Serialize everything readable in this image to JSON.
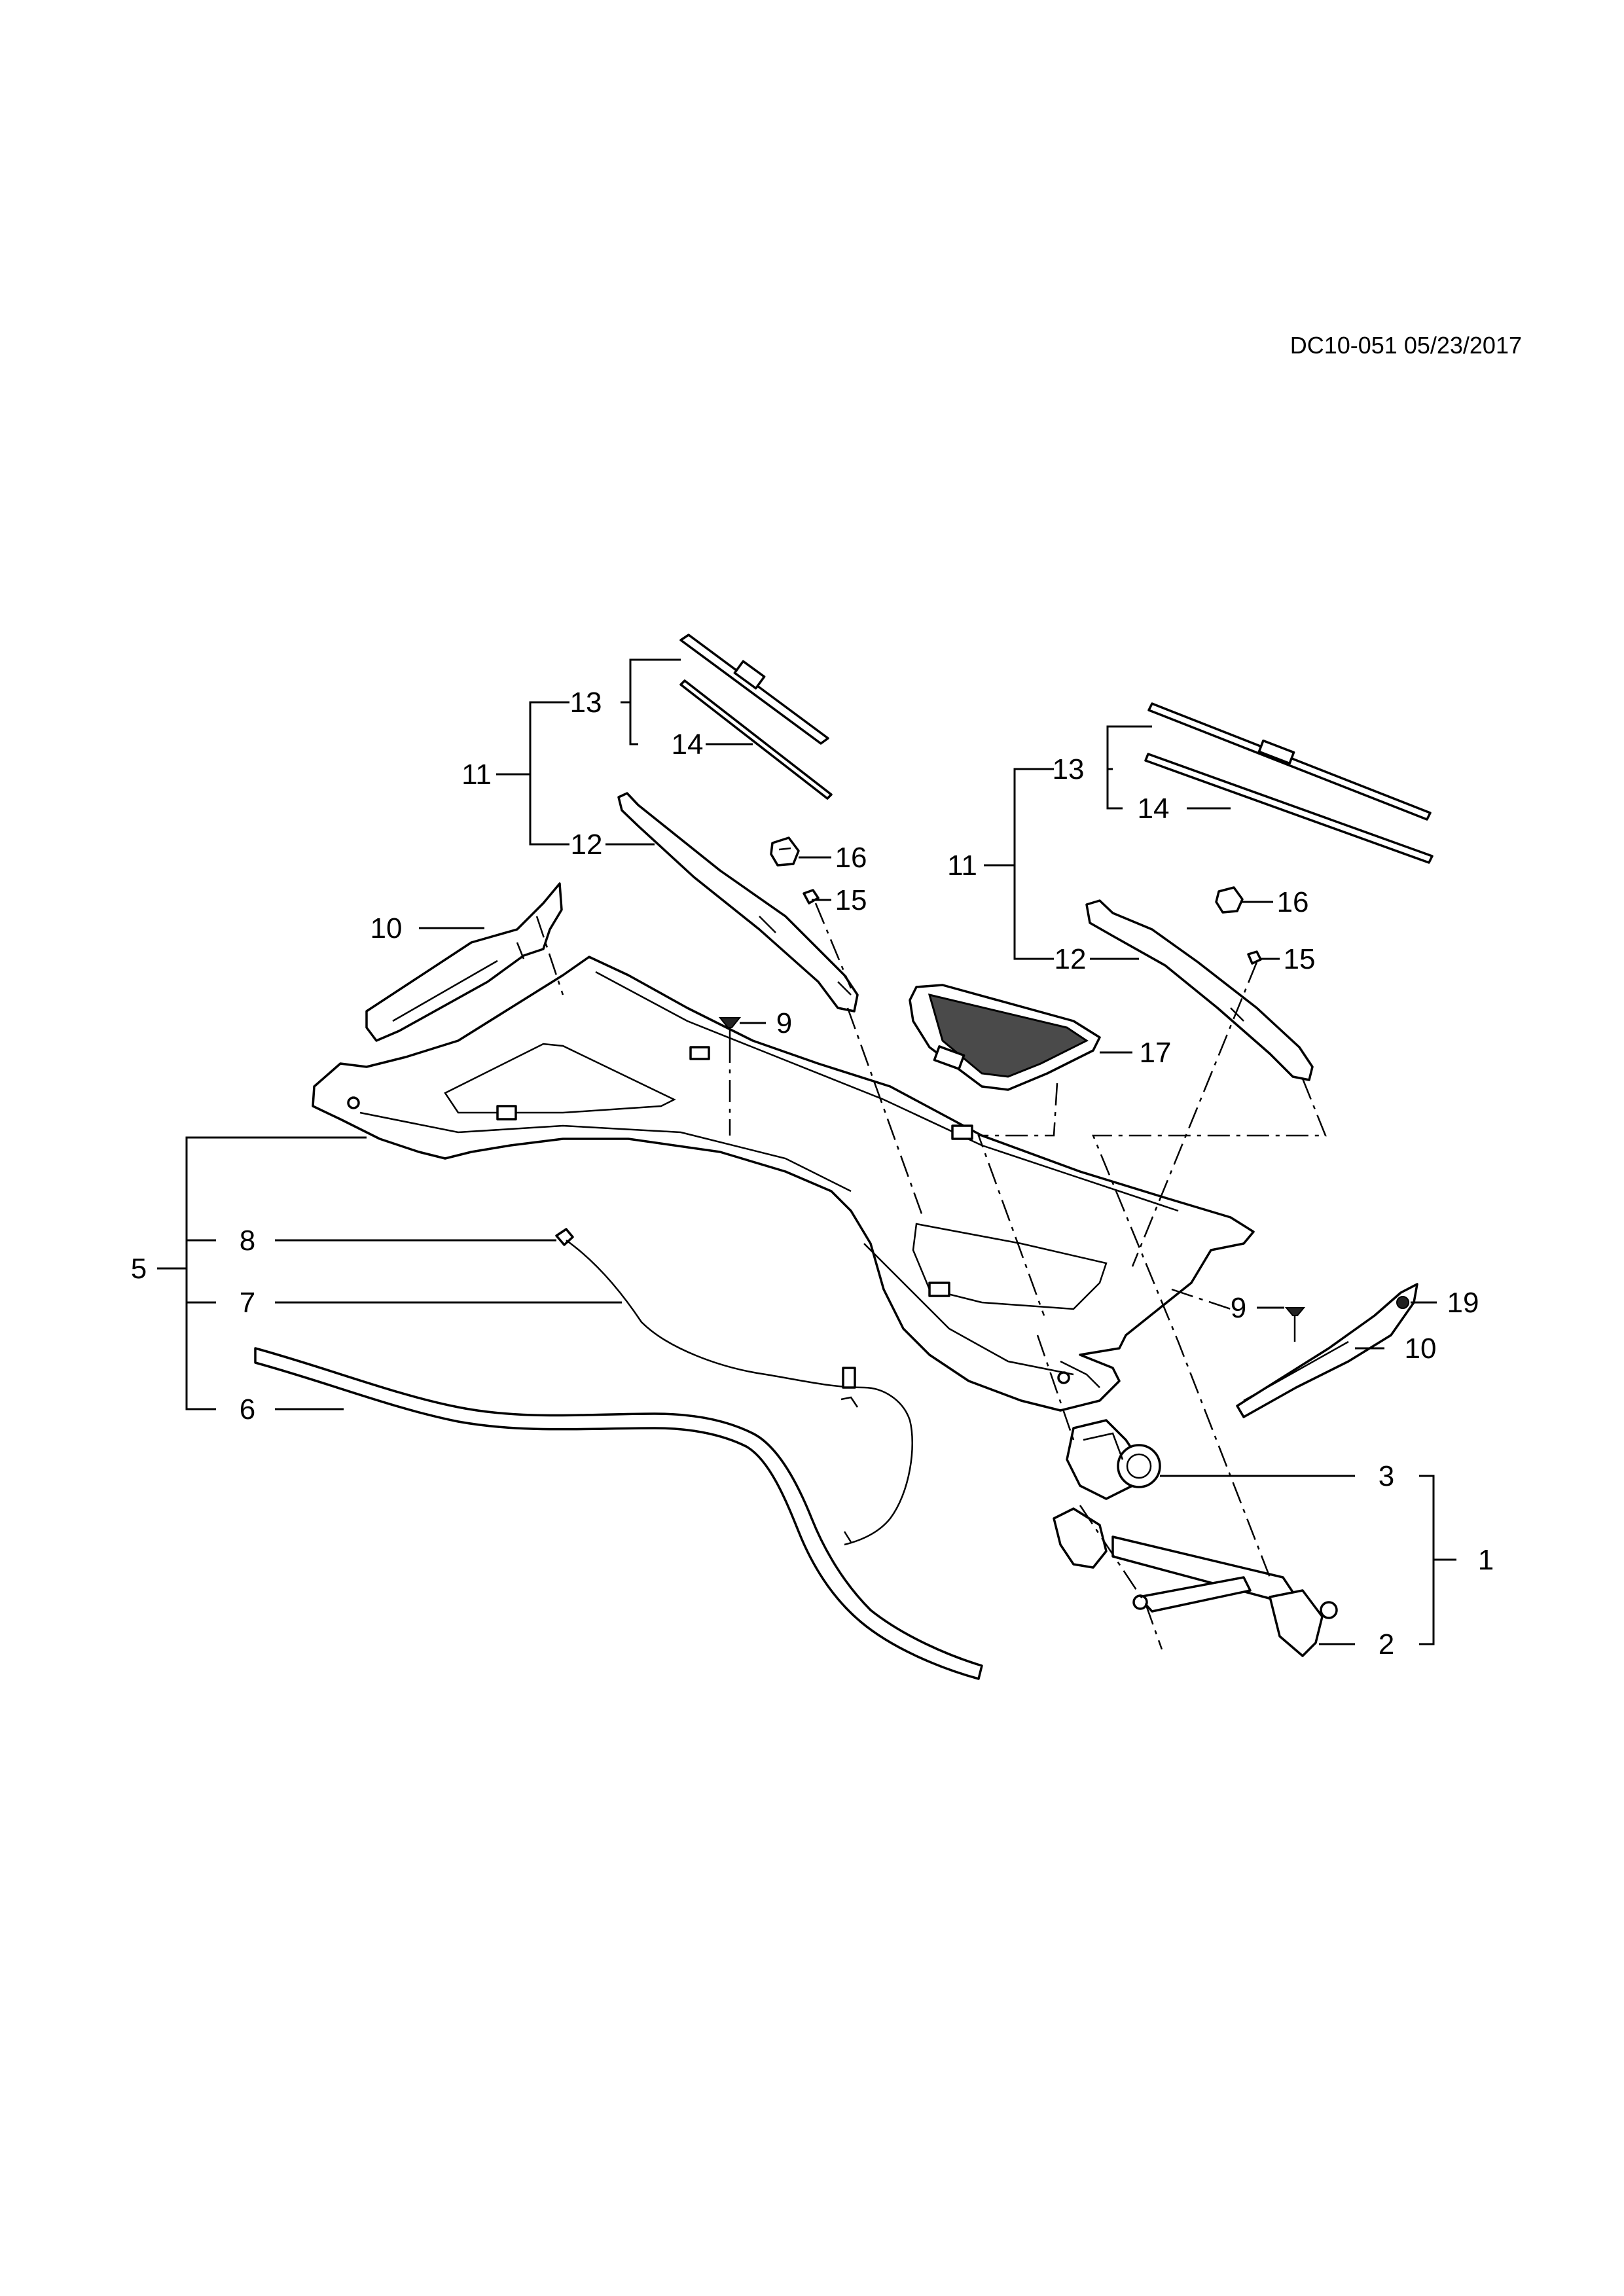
{
  "header": {
    "doc_ref": "DC10-051 05/23/2017"
  },
  "callouts": {
    "c1": "1",
    "c2": "2",
    "c3": "3",
    "c5": "5",
    "c6": "6",
    "c7": "7",
    "c8": "8",
    "c9_left": "9",
    "c9_right": "9",
    "c10_left": "10",
    "c10_right": "10",
    "c11_left": "11",
    "c11_right": "11",
    "c12_left": "12",
    "c12_right": "12",
    "c13_left": "13",
    "c13_right": "13",
    "c14_left": "14",
    "c14_right": "14",
    "c15_left": "15",
    "c15_right": "15",
    "c16_left": "16",
    "c16_right": "16",
    "c17": "17",
    "c19": "19"
  }
}
